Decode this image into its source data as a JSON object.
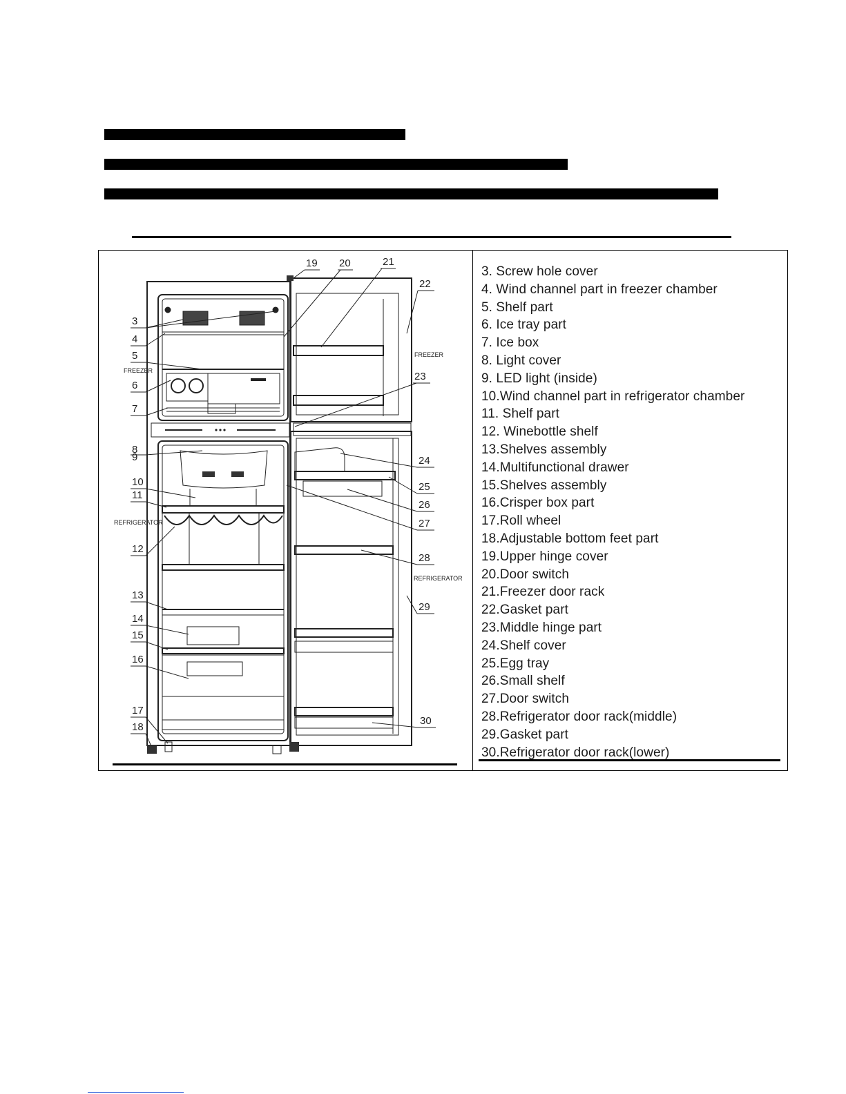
{
  "diagram": {
    "room_labels": {
      "freezer_left": "FREEZER",
      "refrigerator_left": "REFRIGERATOR",
      "freezer_right": "FREEZER",
      "refrigerator_right": "REFRIGERATOR"
    },
    "callouts": [
      "19",
      "20",
      "21",
      "22",
      "3",
      "4",
      "5",
      "6",
      "7",
      "23",
      "8",
      "9",
      "24",
      "25",
      "10",
      "11",
      "26",
      "27",
      "12",
      "28",
      "29",
      "13",
      "14",
      "15",
      "16",
      "30",
      "17",
      "18"
    ]
  },
  "parts_list": [
    "3. Screw  hole  cover",
    "4. Wind  channel  part  in  freezer  chamber",
    "5. Shelf  part",
    "6. Ice  tray  part",
    "7. Ice box",
    "8. Light  cover",
    "9. LED light (inside)",
    "10.Wind  channel  part  in  refrigerator  chamber",
    "11. Shelf  part",
    "12. Winebottle shelf",
    "13.Shelves  assembly",
    "14.Multifunctional  drawer",
    "15.Shelves  assembly",
    "16.Crisper  box  part",
    "17.Roll  wheel",
    "18.Adjustable  bottom  feet  part",
    "19.Upper  hinge  cover",
    "20.Door  switch",
    "21.Freezer door rack",
    "22.Gasket  part",
    "23.Middle  hinge  part",
    "24.Shelf  cover",
    "25.Egg  tray",
    "26.Small  shelf",
    "27.Door  switch",
    "28.Refrigerator door rack(middle)",
    "29.Gasket  part",
    "30.Refrigerator door rack(lower)"
  ]
}
